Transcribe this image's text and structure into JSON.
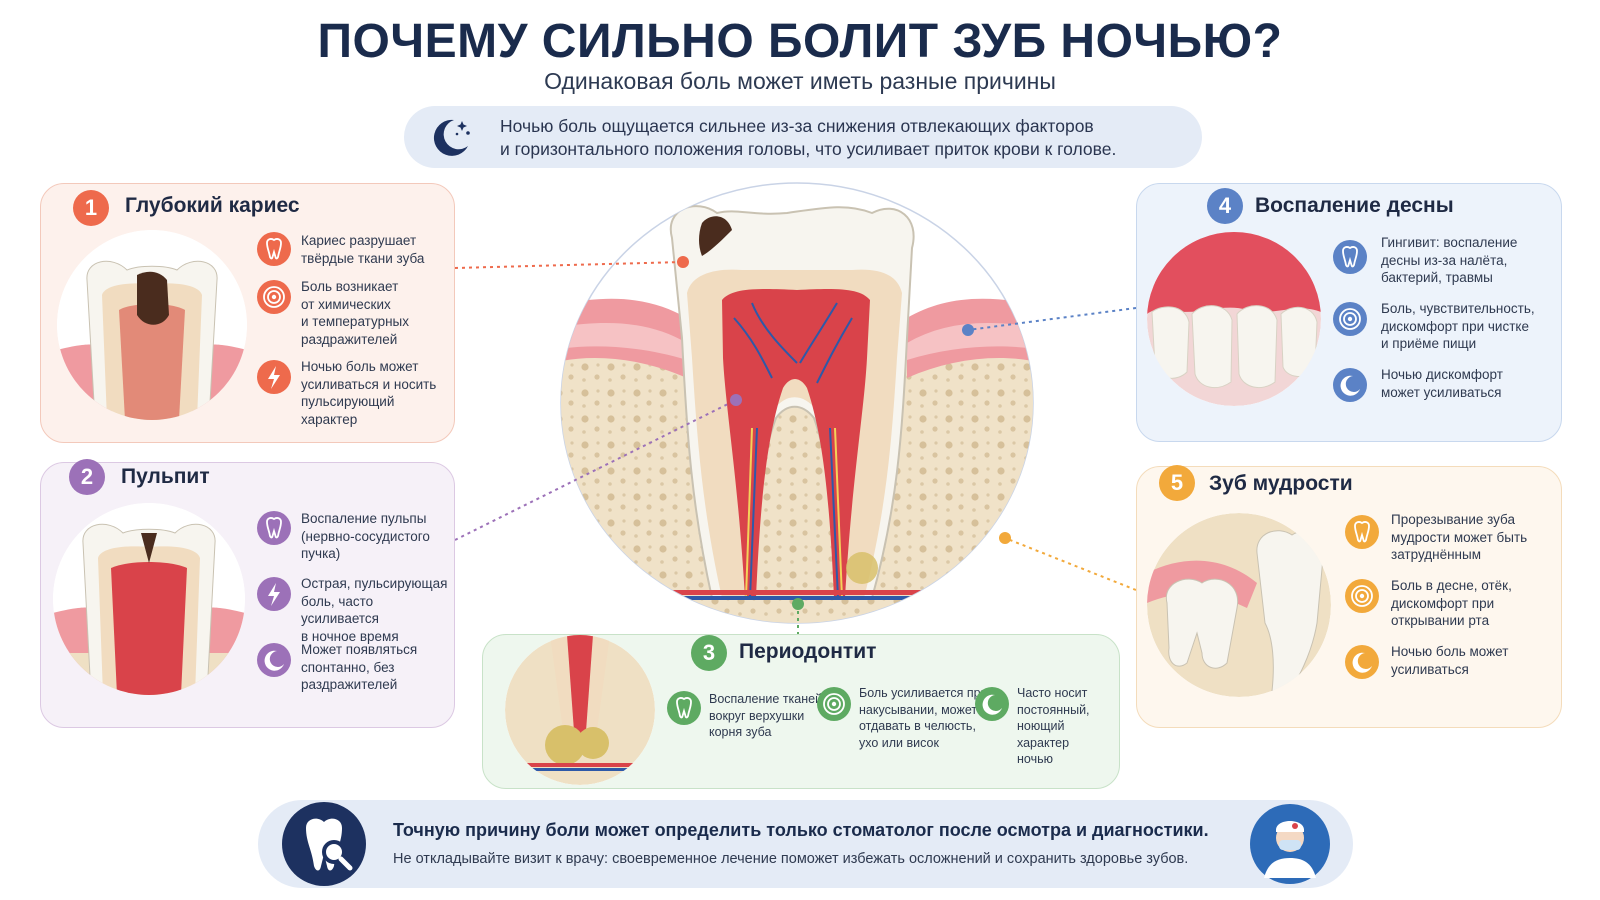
{
  "header": {
    "title": "ПОЧЕМУ СИЛЬНО БОЛИТ ЗУБ НОЧЬЮ?",
    "subtitle": "Одинаковая боль может иметь разные причины"
  },
  "night_note": {
    "icon": "moon-stars-icon",
    "text": "Ночью боль ощущается сильнее из-за снижения отвлекающих факторов\nи горизонтального положения головы, что усиливает приток крови к голове."
  },
  "causes": [
    {
      "number": "1",
      "title": "Глубокий кариес",
      "color": "#ee6a4c",
      "bullets": [
        {
          "icon": "tooth-icon",
          "text": "Кариес разрушает\nтвёрдые ткани зуба"
        },
        {
          "icon": "target-icon",
          "text": "Боль возникает\nот химических\nи температурных\nраздражителей"
        },
        {
          "icon": "lightning-icon",
          "text": "Ночью боль может\nусиливаться и носить\nпульсирующий\nхарактер"
        }
      ]
    },
    {
      "number": "2",
      "title": "Пульпит",
      "color": "#9c71b8",
      "bullets": [
        {
          "icon": "tooth-icon",
          "text": "Воспаление пульпы\n(нервно-сосудистого\nпучка)"
        },
        {
          "icon": "lightning-icon",
          "text": "Острая, пульсирующая\nболь, часто усиливается\nв ночное время"
        },
        {
          "icon": "moon-icon",
          "text": "Может появляться\nспонтанно, без\nраздражителей"
        }
      ]
    },
    {
      "number": "3",
      "title": "Периодонтит",
      "color": "#5eaa62",
      "bullets": [
        {
          "icon": "tooth-icon",
          "text": "Воспаление тканей\nвокруг верхушки\nкорня зуба"
        },
        {
          "icon": "target-icon",
          "text": "Боль усиливается при\nнакусывании, может\nотдавать в челюсть,\nухо или висок"
        },
        {
          "icon": "moon-icon",
          "text": "Часто носит\nпостоянный,\nноющий характер\nночью"
        }
      ]
    },
    {
      "number": "4",
      "title": "Воспаление десны",
      "color": "#5b82c6",
      "bullets": [
        {
          "icon": "tooth-icon",
          "text": "Гингивит: воспаление\nдесны из-за налёта,\nбактерий, травмы"
        },
        {
          "icon": "target-icon",
          "text": "Боль, чувствительность,\nдискомфорт при чистке\nи приёме пищи"
        },
        {
          "icon": "moon-icon",
          "text": "Ночью дискомфорт\nможет усиливаться"
        }
      ]
    },
    {
      "number": "5",
      "title": "Зуб мудрости",
      "color": "#f2a93b",
      "bullets": [
        {
          "icon": "tooth-icon",
          "text": "Прорезывание зуба\nмудрости может быть\nзатруднённым"
        },
        {
          "icon": "target-icon",
          "text": "Боль в десне, отёк,\nдискомфорт при\nоткрывании рта"
        },
        {
          "icon": "moon-icon",
          "text": "Ночью боль может\nусиливаться"
        }
      ]
    }
  ],
  "footer": {
    "icon": "tooth-search-icon",
    "main": "Точную причину боли может определить только стоматолог после осмотра и диагностики.",
    "sub": "Не откладывайте визит к врачу: своевременное лечение поможет избежать осложнений и сохранить здоровье зубов.",
    "doctor_icon": "doctor-icon"
  },
  "colors": {
    "title": "#1a2b4c",
    "enamel": "#f7f5ef",
    "dentin": "#f1dcc0",
    "pulp": "#d9434a",
    "gum": "#ef9aa0",
    "bone": "#efe0c4"
  }
}
